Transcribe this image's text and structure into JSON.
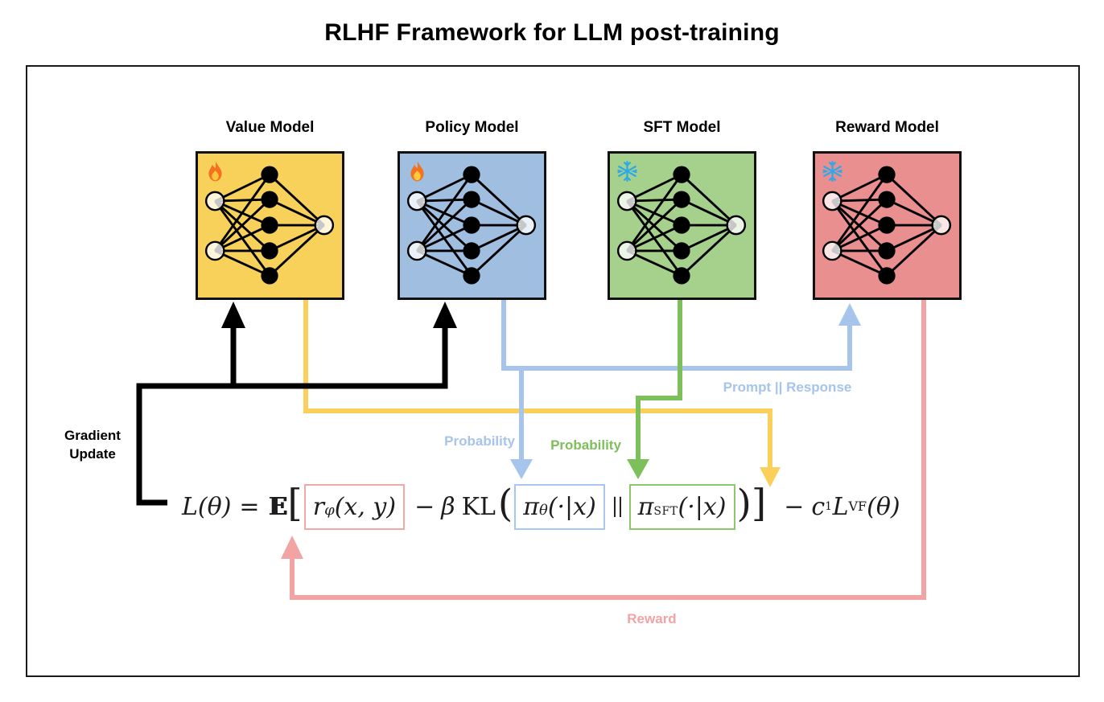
{
  "title": "RLHF Framework for LLM post-training",
  "models": [
    {
      "label": "Value Model",
      "fill": "#F8D15B",
      "icon": "fire-icon"
    },
    {
      "label": "Policy Model",
      "fill": "#A0BEE0",
      "icon": "fire-icon"
    },
    {
      "label": "SFT Model",
      "fill": "#A5D18D",
      "icon": "snowflake-icon"
    },
    {
      "label": "Reward Model",
      "fill": "#EA8F8F",
      "icon": "snowflake-icon"
    }
  ],
  "labels": {
    "gradient_line1": "Gradient",
    "gradient_line2": "Update",
    "probability_policy": "Probability",
    "probability_sft": "Probability",
    "prompt_response": "Prompt || Response",
    "reward": "Reward"
  },
  "colors": {
    "black": "#000000",
    "yellow": "#FAD05A",
    "blue": "#A6C4EC",
    "green": "#7DBF5A",
    "red": "#F2A3A3",
    "formula_red_box": "#F0A8A8",
    "formula_blue_box": "#A9C7EC",
    "formula_green_box": "#8CC96C",
    "snowflake": "#2FA8E8",
    "flame_outer": "#F4711F",
    "flame_inner": "#FFC83D"
  },
  "formula": {
    "L": "L(θ)",
    "eq": "=",
    "E": "E",
    "lbracket": "[",
    "r": "r",
    "r_sub": "φ",
    "r_args": "(x, y)",
    "minus1": "−",
    "beta": "β",
    "KL": "KL",
    "lparen": "(",
    "pi1": "π",
    "pi1_sub": "θ",
    "pi1_args": "(·|x)",
    "parallel": "||",
    "pi2": "π",
    "pi2_sub": "SFT",
    "pi2_args": "(·|x)",
    "rparen": ")",
    "rbracket": "]",
    "minus2": "−",
    "c": "c",
    "c_sub": "1",
    "L2": "L",
    "L2_sup": "VF",
    "tail_args": "(θ)"
  }
}
